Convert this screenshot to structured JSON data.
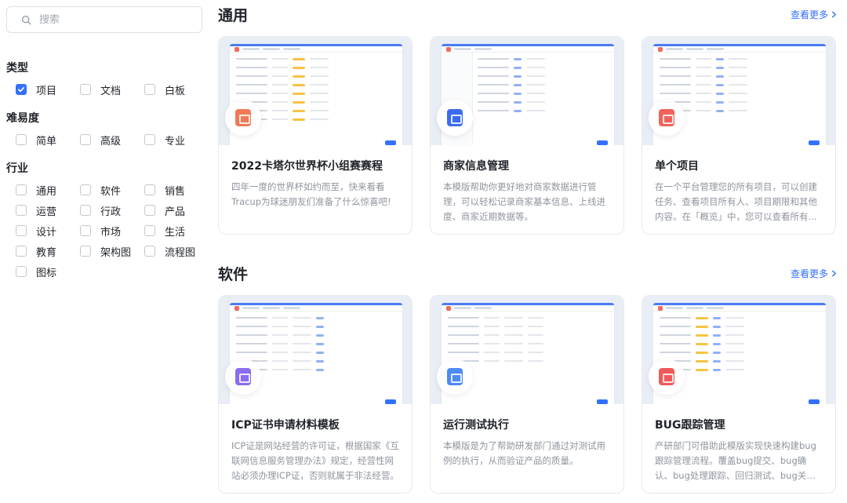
{
  "search": {
    "placeholder": "搜索"
  },
  "filters": [
    {
      "title": "类型",
      "options": [
        {
          "label": "项目",
          "checked": true
        },
        {
          "label": "文档",
          "checked": false
        },
        {
          "label": "白板",
          "checked": false
        }
      ]
    },
    {
      "title": "难易度",
      "options": [
        {
          "label": "简单",
          "checked": false
        },
        {
          "label": "高级",
          "checked": false
        },
        {
          "label": "专业",
          "checked": false
        }
      ]
    },
    {
      "title": "行业",
      "options": [
        {
          "label": "通用",
          "checked": false
        },
        {
          "label": "软件",
          "checked": false
        },
        {
          "label": "销售",
          "checked": false
        },
        {
          "label": "运营",
          "checked": false
        },
        {
          "label": "行政",
          "checked": false
        },
        {
          "label": "产品",
          "checked": false
        },
        {
          "label": "设计",
          "checked": false
        },
        {
          "label": "市场",
          "checked": false
        },
        {
          "label": "生活",
          "checked": false
        },
        {
          "label": "教育",
          "checked": false
        },
        {
          "label": "架构图",
          "checked": false
        },
        {
          "label": "流程图",
          "checked": false
        },
        {
          "label": "图标",
          "checked": false
        }
      ]
    }
  ],
  "sections": [
    {
      "title": "通用",
      "more": "查看更多",
      "cards": [
        {
          "title": "2022卡塔尔世界杯小组赛赛程",
          "desc": "四年一度的世界杯如约而至，快来看看Tracup为球迷朋友们准备了什么惊喜吧!",
          "icon_color": "#f07a55"
        },
        {
          "title": "商家信息管理",
          "desc": "本模版帮助你更好地对商家数据进行管理，可以轻松记录商家基本信息、上线进度、商家近期数据等。",
          "icon_color": "#3b6cf0"
        },
        {
          "title": "单个项目",
          "desc": "在一个平台管理您的所有项目，可以创建任务、查看项目所有人、项目期限和其他内容。在「概览」中，您可以查看所有...",
          "icon_color": "#f0625a"
        }
      ]
    },
    {
      "title": "软件",
      "more": "查看更多",
      "cards": [
        {
          "title": "ICP证书申请材料模板",
          "desc": "ICP证是网站经营的许可证，根据国家《互联网信息服务管理办法》规定，经营性网站必须办理ICP证，否则就属于非法经营。",
          "icon_color": "#8a6cf0"
        },
        {
          "title": "运行测试执行",
          "desc": "本模版是为了帮助研发部门通过对测试用例的执行，从而验证产品的质量。",
          "icon_color": "#4d8bf5"
        },
        {
          "title": "BUG跟踪管理",
          "desc": "产研部门可借助此模版实现快速构建bug跟踪管理流程。覆盖bug提交、bug确认、bug处理跟踪、回归测试、bug关闭等流...",
          "icon_color": "#ef5a5a"
        }
      ]
    }
  ]
}
